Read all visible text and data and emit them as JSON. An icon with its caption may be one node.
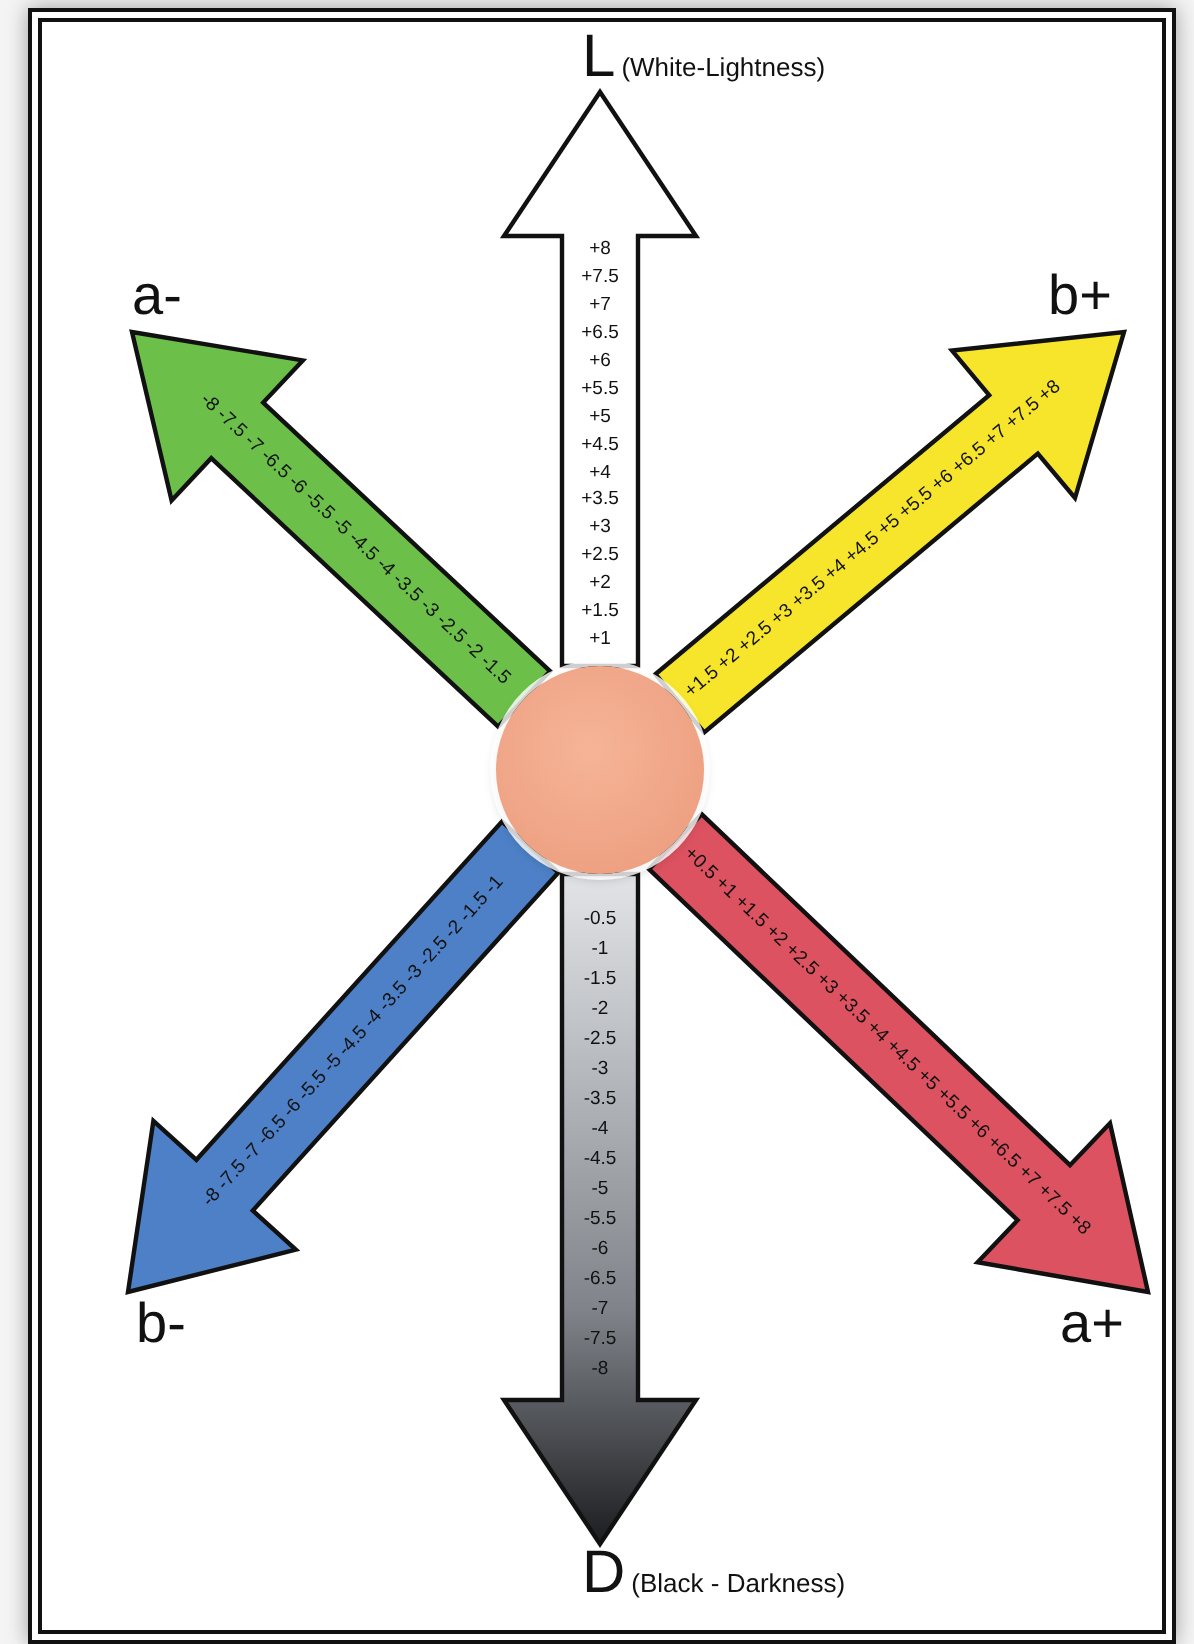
{
  "diagram": {
    "nodes": [
      {
        "text": [
          "L",
          "(White-Lightness)"
        ]
      },
      {
        "text": [
          "a-"
        ]
      },
      {
        "text": [
          "b+"
        ]
      },
      {
        "text": [],
        "shape": "circle"
      },
      {
        "text": [
          "b-"
        ]
      },
      {
        "text": [
          "a+"
        ]
      },
      {
        "text": [
          "D",
          "(Black - Darkness)"
        ]
      }
    ],
    "edges": [
      {
        "from": 3,
        "to": 0,
        "arrow": "to",
        "style": "thick",
        "color": "#ffffff"
      },
      {
        "from": 3,
        "to": 1,
        "arrow": "to",
        "style": "thick",
        "color": "#6cc04a"
      },
      {
        "from": 3,
        "to": 2,
        "arrow": "to",
        "style": "thick",
        "color": "#f6e52a"
      },
      {
        "from": 3,
        "to": 4,
        "arrow": "to",
        "style": "thick",
        "color": "#4d80c6"
      },
      {
        "from": 3,
        "to": 5,
        "arrow": "to",
        "style": "thick",
        "color": "#dc5260"
      },
      {
        "from": 3,
        "to": 6,
        "arrow": "to",
        "style": "thick",
        "color": "#1c1d20"
      }
    ],
    "labels": [
      "+8 +7.5 +7 +6.5 +6 +5.5 +5 +4.5 +4 +3.5 +3 +2.5 +2 +1.5 +1",
      "-8 -7.5 -7 -6.5 -6 -5.5 -5 -4.5 -4 -3.5 -3 -2.5 -2 -1.5",
      "+1.5 +2 +2.5 +3 +3.5 +4 +4.5 +5 +5.5 +6 +6.5 +7 +7.5 +8",
      "-8 -7.5 -7 -6.5 -6 -5.5 -5 -4.5 -4 -3.5 -3 -2.5 -2 -1.5 -1",
      "+0.5 +1 +1.5 +2 +2.5 +3 +3.5 +4 +4.5 +5 +5.5 +6 +6.5 +7 +7.5 +8",
      "-0.5 -1 -1.5 -2 -2.5 -3 -3.5 -4 -4.5 -5 -5.5 -6 -6.5 -7 -7.5 -8"
    ]
  }
}
